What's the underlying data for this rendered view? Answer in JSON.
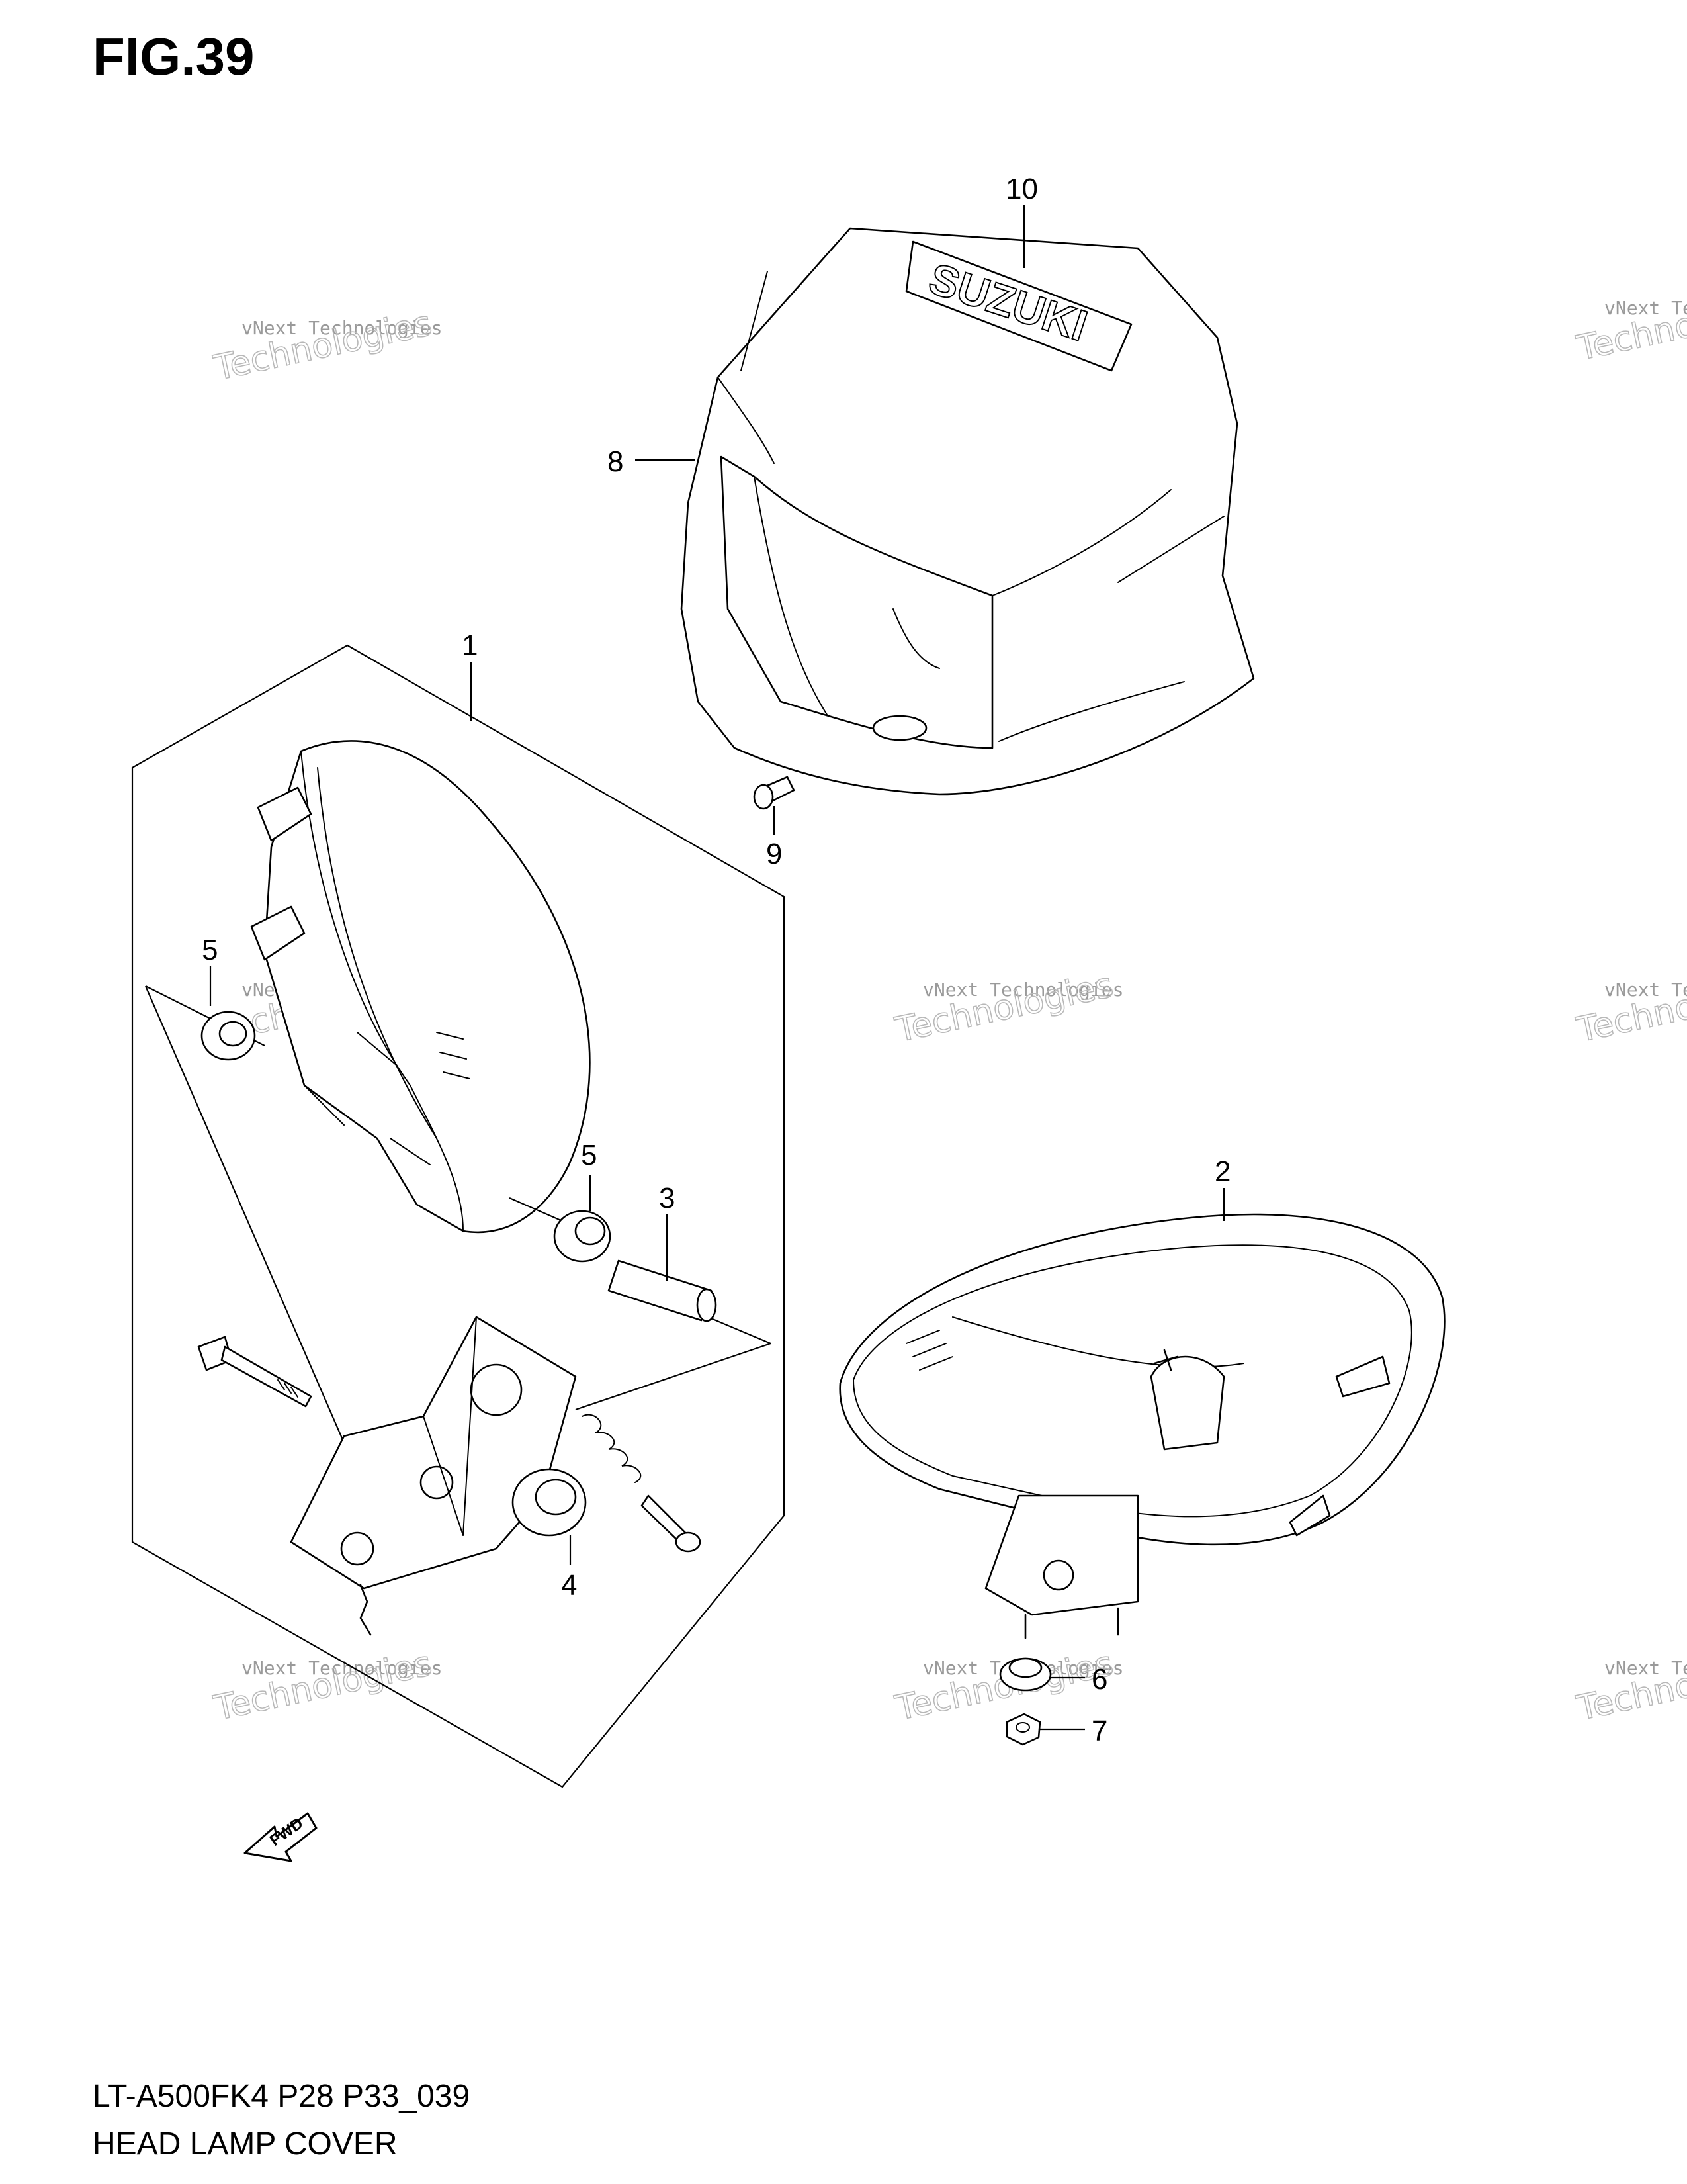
{
  "figure": {
    "title": "FIG.39",
    "model_code": "LT-A500FK4 P28 P33_039",
    "section_name": "HEAD LAMP COVER"
  },
  "callouts": [
    "1",
    "2",
    "3",
    "4",
    "5",
    "5",
    "6",
    "7",
    "8",
    "9",
    "10"
  ],
  "logo_text": "SUZUKI",
  "fwd_label": "FWD",
  "watermark": {
    "line1": "vNext Technologies",
    "line2": "Technologies"
  }
}
